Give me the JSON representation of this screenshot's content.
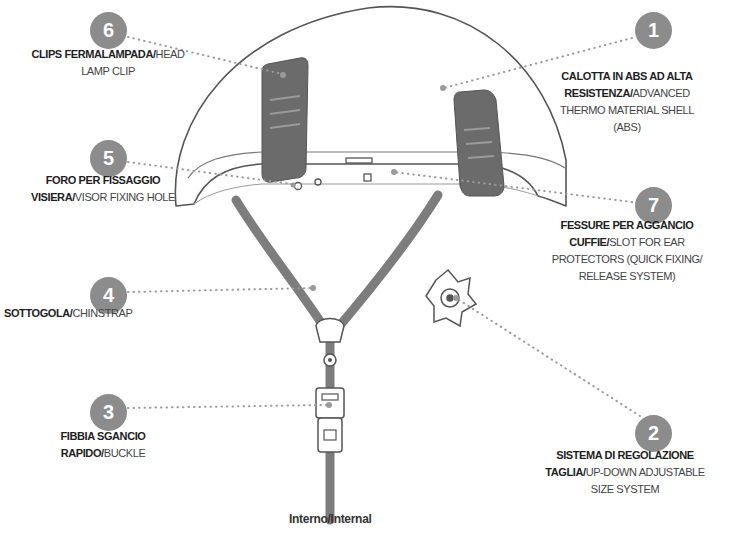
{
  "diagram": {
    "nodes": [
      {
        "text": [
          "6",
          "CLIPS FERMALAMPADA/",
          "HEAD LAMP CLIP"
        ]
      },
      {
        "text": [
          "1",
          "CALOTTA IN ABS AD ALTA RESISTENZA/",
          "ADVANCED THERMO MATERIAL SHELL (ABS)"
        ]
      },
      {
        "text": [
          "5",
          "FORO PER FISSAGGIO VISIERA/",
          "VISOR FIXING HOLE"
        ]
      },
      {
        "text": [
          "7",
          "FESSURE PER AGGANCIO CUFFIE/",
          "SLOT FOR EAR PROTECTORS (QUICK FIXING/ RELEASE SYSTEM)"
        ]
      },
      {
        "text": [
          "4",
          "SOTTOGOLA/",
          "CHINSTRAP"
        ]
      },
      {
        "text": [
          "3",
          "FIBBIA SGANCIO RAPIDO/",
          "BUCKLE"
        ]
      },
      {
        "text": [
          "2",
          "SISTEMA DI REGOLAZIONE TAGLIA/",
          "UP-DOWN ADJUSTABLE SIZE SYSTEM"
        ]
      }
    ],
    "labels": [
      "Interno/Internal"
    ]
  }
}
